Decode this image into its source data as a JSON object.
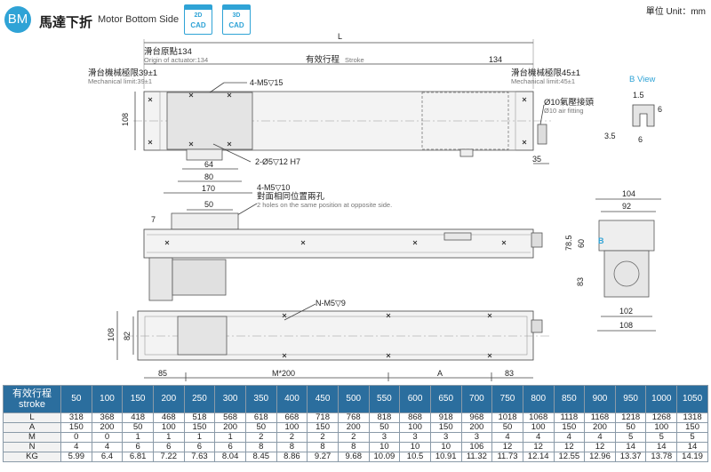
{
  "header": {
    "badge": "BM",
    "title": "馬達下折",
    "subtitle": "Motor Bottom Side",
    "cad_buttons": [
      {
        "dim": "2D",
        "label": "CAD"
      },
      {
        "dim": "3D",
        "label": "CAD"
      }
    ],
    "unit": "單位 Unit：mm"
  },
  "drawing": {
    "top_view": {
      "L": "L",
      "origin_cn": "滑台原點134",
      "origin_en": "Origin of actuator:134",
      "stroke_cn": "有效行程",
      "stroke_en": "Stroke",
      "dim_134": "134",
      "mech_left_cn": "滑台機械極限39±1",
      "mech_left_en": "Mechanical limit:39±1",
      "mech_right_cn": "滑台機械極限45±1",
      "mech_right_en": "Mechanical limit:45±1",
      "screw_4m5": "4-M5▽15",
      "air_cn": "Ø10氣壓接頭",
      "air_en": "Ø10 air fitting",
      "dim_108": "108",
      "pin": "2-Ø5▽12 H7",
      "dim_64": "64",
      "dim_80": "80",
      "dim_170": "170",
      "dim_35": "35"
    },
    "side_view": {
      "screw_4m5": "4-M5▽10",
      "note_cn": "對面相同位置兩孔",
      "note_en": "2 holes on the same position at opposite side.",
      "dim_50": "50",
      "dim_7": "7"
    },
    "b_view": {
      "label": "B View",
      "d15": "1.5",
      "d6a": "6",
      "d35": "3.5",
      "d6b": "6"
    },
    "end_view": {
      "d104": "104",
      "d92": "92",
      "d785": "78.5",
      "d60": "60",
      "b": "B",
      "d83": "83",
      "d102": "102",
      "d108": "108"
    },
    "bottom_view": {
      "nm5": "N-M5▽9",
      "d108": "108",
      "d82": "82",
      "d85": "85",
      "m200": "M*200",
      "a": "A",
      "d83": "83"
    }
  },
  "table": {
    "header_cn": "有效行程",
    "header_en": "stroke",
    "strokes": [
      "50",
      "100",
      "150",
      "200",
      "250",
      "300",
      "350",
      "400",
      "450",
      "500",
      "550",
      "600",
      "650",
      "700",
      "750",
      "800",
      "850",
      "900",
      "950",
      "1000",
      "1050"
    ],
    "rows": [
      {
        "label": "L",
        "values": [
          "318",
          "368",
          "418",
          "468",
          "518",
          "568",
          "618",
          "668",
          "718",
          "768",
          "818",
          "868",
          "918",
          "968",
          "1018",
          "1068",
          "1118",
          "1168",
          "1218",
          "1268",
          "1318"
        ]
      },
      {
        "label": "A",
        "values": [
          "150",
          "200",
          "50",
          "100",
          "150",
          "200",
          "50",
          "100",
          "150",
          "200",
          "50",
          "100",
          "150",
          "200",
          "50",
          "100",
          "150",
          "200",
          "50",
          "100",
          "150"
        ]
      },
      {
        "label": "M",
        "values": [
          "0",
          "0",
          "1",
          "1",
          "1",
          "1",
          "2",
          "2",
          "2",
          "2",
          "3",
          "3",
          "3",
          "3",
          "4",
          "4",
          "4",
          "4",
          "5",
          "5",
          "5"
        ]
      },
      {
        "label": "N",
        "values": [
          "4",
          "4",
          "6",
          "6",
          "6",
          "6",
          "8",
          "8",
          "8",
          "8",
          "10",
          "10",
          "10",
          "106",
          "12",
          "12",
          "12",
          "12",
          "14",
          "14",
          "14"
        ]
      },
      {
        "label": "KG",
        "values": [
          "5.99",
          "6.4",
          "6.81",
          "7.22",
          "7.63",
          "8.04",
          "8.45",
          "8.86",
          "9.27",
          "9.68",
          "10.09",
          "10.5",
          "10.91",
          "11.32",
          "11.73",
          "12.14",
          "12.55",
          "12.96",
          "13.37",
          "13.78",
          "14.19"
        ]
      }
    ]
  }
}
